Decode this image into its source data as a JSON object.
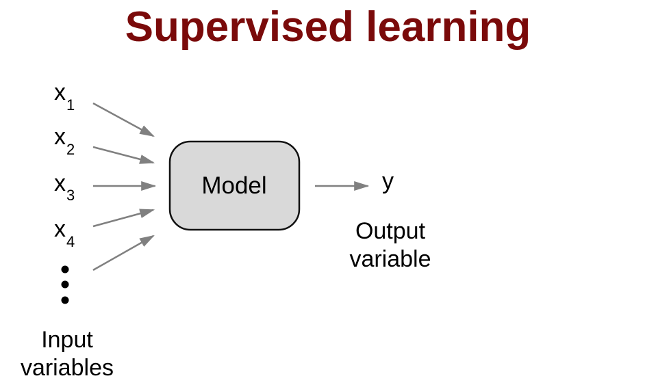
{
  "title": "Supervised learning",
  "colors": {
    "title": "#7a0a0a",
    "arrow": "#808080",
    "model_fill": "#d9d9d9",
    "text": "#000000"
  },
  "inputs": [
    {
      "base": "x",
      "sub": "1"
    },
    {
      "base": "x",
      "sub": "2"
    },
    {
      "base": "x",
      "sub": "3"
    },
    {
      "base": "x",
      "sub": "4"
    }
  ],
  "input_caption": {
    "line1": "Input",
    "line2": "variables"
  },
  "model_label": "Model",
  "output": {
    "symbol": "y",
    "caption_line1": "Output",
    "caption_line2": "variable"
  }
}
